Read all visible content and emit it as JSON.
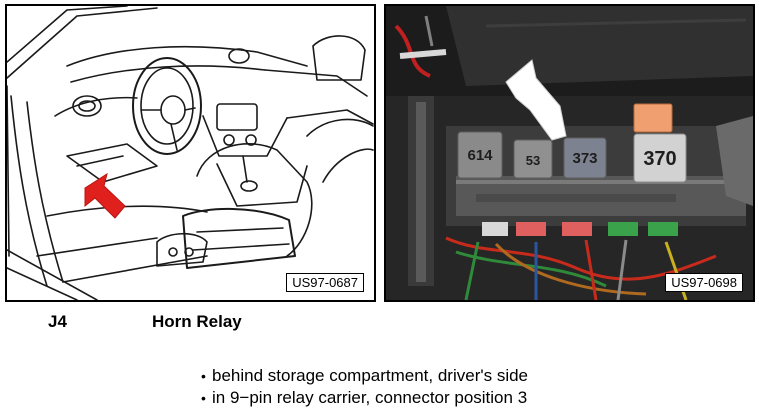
{
  "figures": [
    {
      "code": "US97-0687",
      "icons": [
        "steering-wheel-drawing",
        "driver-seat-drawing",
        "red-arrow-icon"
      ],
      "arrow_color": "#e0201c"
    },
    {
      "code": "US97-0698",
      "relay_labels": [
        "614",
        "53",
        "373",
        "370"
      ],
      "icons": [
        "white-arrow-icon"
      ],
      "fuse_colors": [
        "#f0a070",
        "#e06060",
        "#3aa24a",
        "#3aa24a"
      ]
    }
  ],
  "component": {
    "code": "J4",
    "name": "Horn Relay"
  },
  "notes": [
    "behind storage compartment, driver's side",
    "in 9−pin relay carrier, connector position 3"
  ]
}
